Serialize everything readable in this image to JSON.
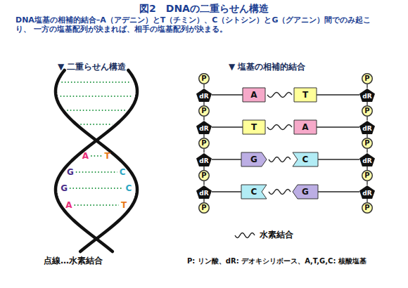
{
  "diagram": {
    "title": "図2　DNAの二重らせん構造",
    "nodes": [
      {
        "text": [
          "P"
        ]
      },
      {
        "text": [
          "P"
        ]
      },
      {
        "text": [
          "dR"
        ]
      },
      {
        "text": [
          "A"
        ]
      },
      {
        "text": [
          "T"
        ]
      },
      {
        "text": [
          "dR"
        ]
      },
      {
        "text": [
          "P"
        ]
      },
      {
        "text": [
          "P"
        ]
      },
      {
        "text": [
          "dR"
        ]
      },
      {
        "text": [
          "T"
        ]
      },
      {
        "text": [
          "A"
        ]
      },
      {
        "text": [
          "dR"
        ]
      },
      {
        "text": [
          "P"
        ]
      },
      {
        "text": [
          "P"
        ]
      },
      {
        "text": [
          "dR"
        ]
      },
      {
        "text": [
          "G"
        ]
      },
      {
        "text": [
          "C"
        ]
      },
      {
        "text": [
          "dR"
        ]
      },
      {
        "text": [
          "P"
        ]
      },
      {
        "text": [
          "P"
        ]
      },
      {
        "text": [
          "dR"
        ]
      },
      {
        "text": [
          "C"
        ]
      },
      {
        "text": [
          "G"
        ]
      },
      {
        "text": [
          "dR"
        ]
      },
      {
        "text": [
          "P"
        ]
      },
      {
        "text": [
          "P"
        ]
      }
    ],
    "edges": [
      {
        "from": 0,
        "to": 2,
        "arrow": "none"
      },
      {
        "from": 2,
        "to": 6,
        "arrow": "none"
      },
      {
        "from": 1,
        "to": 5,
        "arrow": "none"
      },
      {
        "from": 5,
        "to": 7,
        "arrow": "none"
      },
      {
        "from": 2,
        "to": 3,
        "arrow": "none"
      },
      {
        "from": 3,
        "to": 4,
        "arrow": "none"
      },
      {
        "from": 4,
        "to": 5,
        "arrow": "none"
      },
      {
        "from": 6,
        "to": 8,
        "arrow": "none"
      },
      {
        "from": 8,
        "to": 12,
        "arrow": "none"
      },
      {
        "from": 7,
        "to": 11,
        "arrow": "none"
      },
      {
        "from": 11,
        "to": 13,
        "arrow": "none"
      },
      {
        "from": 8,
        "to": 9,
        "arrow": "none"
      },
      {
        "from": 9,
        "to": 10,
        "arrow": "none"
      },
      {
        "from": 10,
        "to": 11,
        "arrow": "none"
      },
      {
        "from": 12,
        "to": 14,
        "arrow": "none"
      },
      {
        "from": 14,
        "to": 18,
        "arrow": "none"
      },
      {
        "from": 13,
        "to": 17,
        "arrow": "none"
      },
      {
        "from": 17,
        "to": 19,
        "arrow": "none"
      },
      {
        "from": 14,
        "to": 15,
        "arrow": "none"
      },
      {
        "from": 15,
        "to": 16,
        "arrow": "none"
      },
      {
        "from": 16,
        "to": 17,
        "arrow": "none"
      },
      {
        "from": 18,
        "to": 20,
        "arrow": "none"
      },
      {
        "from": 20,
        "to": 24,
        "arrow": "none"
      },
      {
        "from": 19,
        "to": 23,
        "arrow": "none"
      },
      {
        "from": 23,
        "to": 25,
        "arrow": "none"
      },
      {
        "from": 20,
        "to": 21,
        "arrow": "none"
      },
      {
        "from": 21,
        "to": 22,
        "arrow": "none"
      },
      {
        "from": 22,
        "to": 23,
        "arrow": "none"
      }
    ],
    "labels": [
      "DNA塩基の相補的結合–A（アデニン）とT（チミン）、C（シトシン）とG（グアニン）間でのみ起こり、 一方の塩基配列が決まれば、相手の塩基配列が決まる。",
      "▼ 二重らせん構造",
      "▼ 塩基の相補的結合",
      "A",
      "T",
      "G",
      "C",
      "G",
      "C",
      "A",
      "T",
      "点線…水素結合",
      "P: リン酸、dR: デオキシリボース、A,T,G,C: 核酸塩基"
    ],
    "legend": [
      {
        "text": "水素結合"
      }
    ]
  }
}
